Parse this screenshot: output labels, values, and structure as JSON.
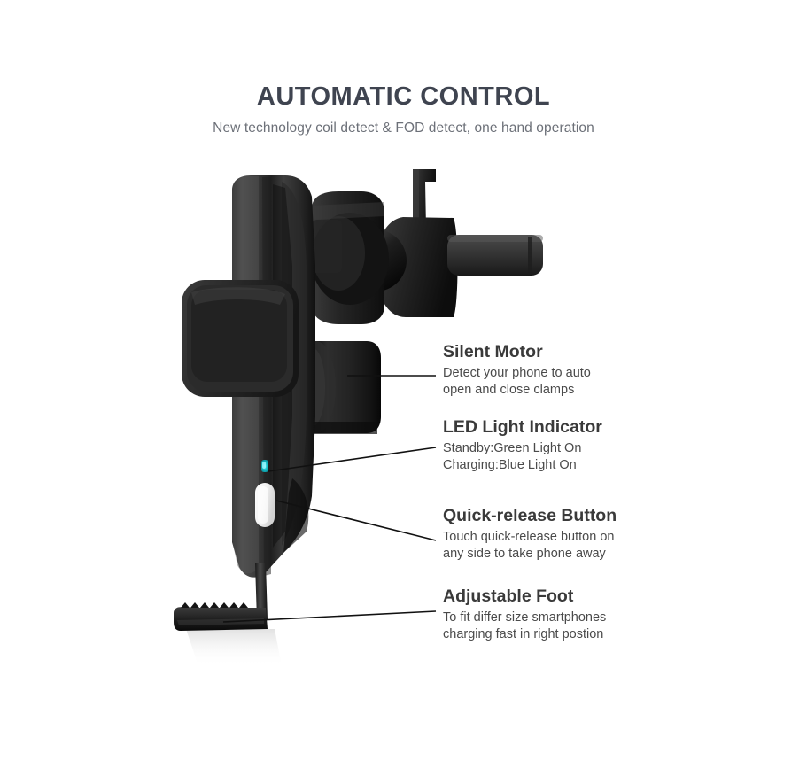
{
  "header": {
    "title": "AUTOMATIC CONTROL",
    "subtitle": "New technology coil detect & FOD detect, one hand operation"
  },
  "colors": {
    "title": "#3f4450",
    "subtitle": "#6c7078",
    "callout_title": "#3a3a3a",
    "callout_desc": "#4a4a4a",
    "background": "#ffffff",
    "device_black": "#1a1a1a",
    "device_highlight": "#4a4a4a",
    "led_indicator": "#1ec8d0",
    "quick_release_button": "#f2f2f2",
    "leader_line": "#111111"
  },
  "product": {
    "name": "wireless-car-charger-mount",
    "parts": [
      "phone-clamp-arm",
      "charging-pad-body",
      "ball-joint",
      "air-vent-clip",
      "motor-housing",
      "led-indicator",
      "quick-release-button",
      "adjustable-foot"
    ]
  },
  "callouts": [
    {
      "id": "silent-motor",
      "title": "Silent Motor",
      "desc_lines": [
        "Detect your phone to auto",
        "open and close clamps"
      ]
    },
    {
      "id": "led-light-indicator",
      "title": "LED Light Indicator",
      "desc_lines": [
        "Standby:Green Light On",
        "Charging:Blue Light On"
      ]
    },
    {
      "id": "quick-release-button",
      "title": "Quick-release Button",
      "desc_lines": [
        "Touch quick-release button on",
        "any side to take phone away"
      ]
    },
    {
      "id": "adjustable-foot",
      "title": "Adjustable Foot",
      "desc_lines": [
        "To fit differ size smartphones",
        "charging fast in right postion"
      ]
    }
  ]
}
